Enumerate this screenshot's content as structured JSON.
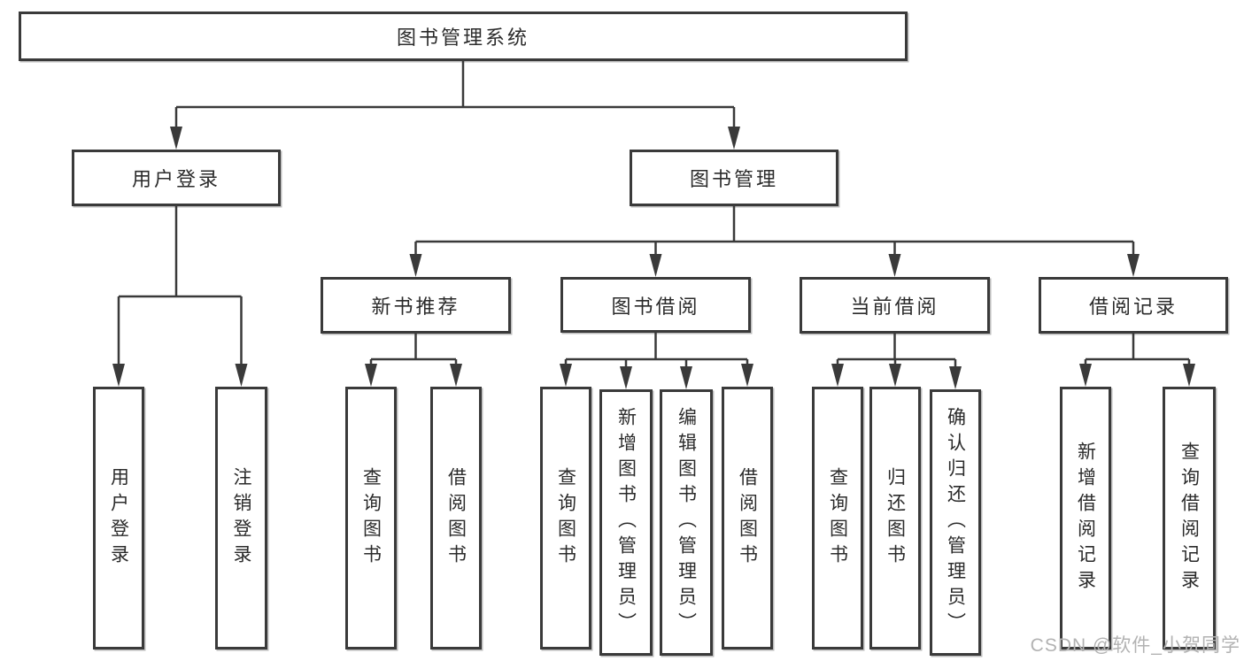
{
  "tree": {
    "root": {
      "label": "图书管理系统"
    },
    "branches": [
      {
        "label": "用户登录",
        "children": [
          {
            "label": "用户登录"
          },
          {
            "label": "注销登录"
          }
        ]
      },
      {
        "label": "图书管理",
        "children": [
          {
            "label": "新书推荐",
            "children": [
              {
                "label": "查询图书"
              },
              {
                "label": "借阅图书"
              }
            ]
          },
          {
            "label": "图书借阅",
            "children": [
              {
                "label": "查询图书"
              },
              {
                "label": "新增图书（管理员）"
              },
              {
                "label": "编辑图书（管理员）"
              },
              {
                "label": "借阅图书"
              }
            ]
          },
          {
            "label": "当前借阅",
            "children": [
              {
                "label": "查询图书"
              },
              {
                "label": "归还图书"
              },
              {
                "label": "确认归还（管理员）"
              }
            ]
          },
          {
            "label": "借阅记录",
            "children": [
              {
                "label": "新增借阅记录"
              },
              {
                "label": "查询借阅记录"
              }
            ]
          }
        ]
      }
    ]
  },
  "watermark": "CSDN @软件_小贺同学",
  "colors": {
    "line": "#3a3a3a",
    "text": "#2b2b2b",
    "watermark": "#b2b2b2",
    "background": "#ffffff"
  }
}
